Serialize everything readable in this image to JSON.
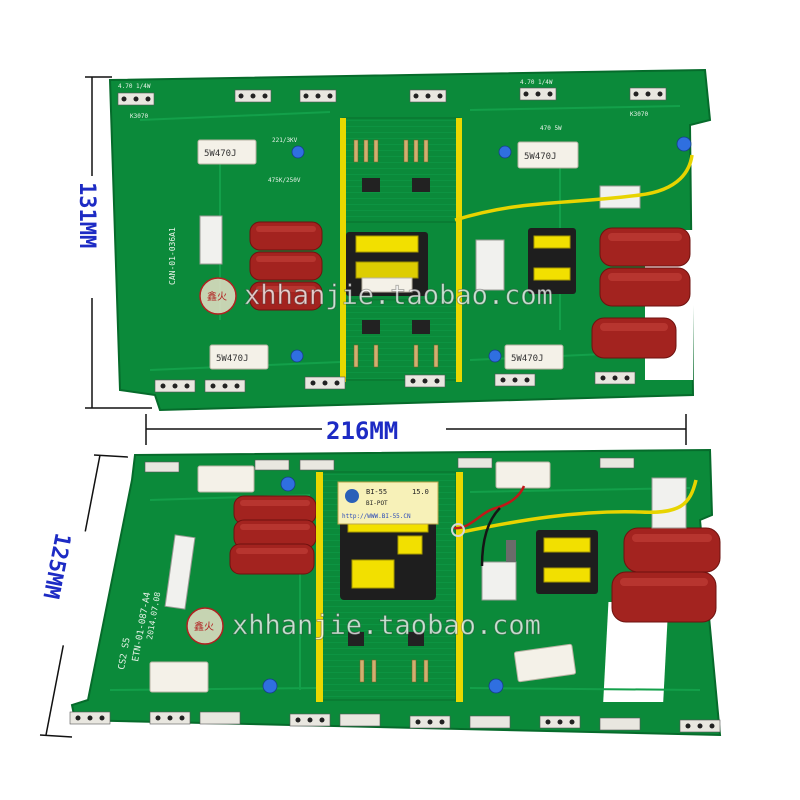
{
  "dimensions": {
    "top_height": "131MM",
    "width": "216MM",
    "bottom_height": "125MM"
  },
  "watermarks": {
    "store_url": "xhhanjie.taobao.com",
    "logo_text": "鑫火"
  },
  "top_board": {
    "resistor_label": "5W470J",
    "resistor_value": "470 5W",
    "cap_rating": "221/3KV",
    "part_id": "K3070",
    "part_label": "CAN-01-036A1",
    "header_label": "4.70 1/4W",
    "varistor_label": "475K/250V"
  },
  "bottom_board": {
    "part_label": "ETN-01-087-A4",
    "date_label": "2014.07.08",
    "product_label": "CS2 S5",
    "sticker_brand": "BI-55",
    "sticker_url": "http://WWW.BI-55.CN",
    "sticker_code": "15.0",
    "sticker_model": "BI-POT"
  },
  "colors": {
    "dimension_blue": "#1d2bc4",
    "pcb_green": "#0b8a3a",
    "capacitor_red": "#a3231f",
    "transformer_yellow": "#f2e000"
  }
}
